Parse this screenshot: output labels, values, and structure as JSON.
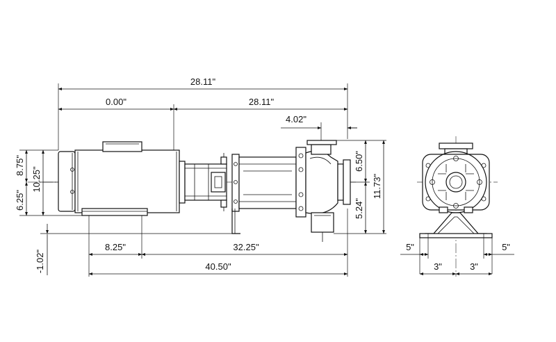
{
  "dimensions": {
    "overall_length_top": "28.11\"",
    "motor_offset": "0.00\"",
    "pump_span": "28.11\"",
    "flange_offset": "4.02\"",
    "motor_height_upper": "8.75\"",
    "motor_height_total": "10.25\"",
    "motor_height_lower": "6.25\"",
    "base_offset": "-1.02\"",
    "discharge_height": "6.50\"",
    "suction_height": "5.24\"",
    "overall_height": "11.73\"",
    "foot_spacing_left": "8.25\"",
    "foot_spacing_right": "32.25\"",
    "overall_base_length": "40.50\"",
    "end_offset_left": "5\"",
    "end_offset_right": "5\"",
    "end_half_left": "3\"",
    "end_half_right": "3\""
  }
}
